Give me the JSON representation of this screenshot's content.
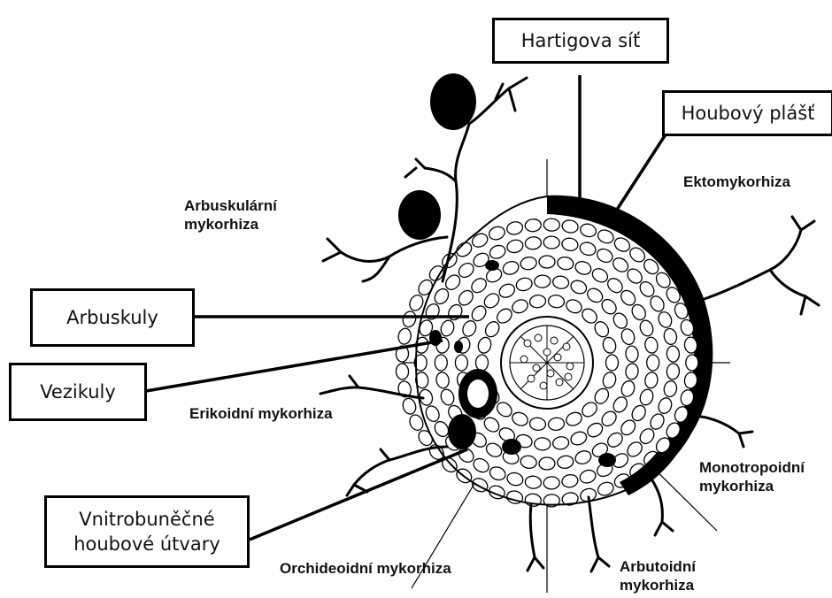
{
  "boxes": {
    "hartigova_sit": "Hartigova síť",
    "houbovy_plast": "Houbový plášť",
    "arbuskuly": "Arbuskuly",
    "vezikuly": "Vezikuly",
    "vnitrobunecne_line1": "Vnitrobuněčné",
    "vnitrobunecne_line2": "houbové útvary"
  },
  "sectors": {
    "arbuskularni_line1": "Arbuskulární",
    "arbuskularni_line2": "mykorhiza",
    "ektomykorhiza": "Ektomykorhiza",
    "erikoidni": "Erikoidní mykorhiza",
    "monotropoidni_line1": "Monotropoidní",
    "monotropoidni_line2": "mykorhiza",
    "orchideoidni": "Orchideoidní mykorhiza",
    "arbutoidni_line1": "Arbutoidní",
    "arbutoidni_line2": "mykorhiza"
  }
}
